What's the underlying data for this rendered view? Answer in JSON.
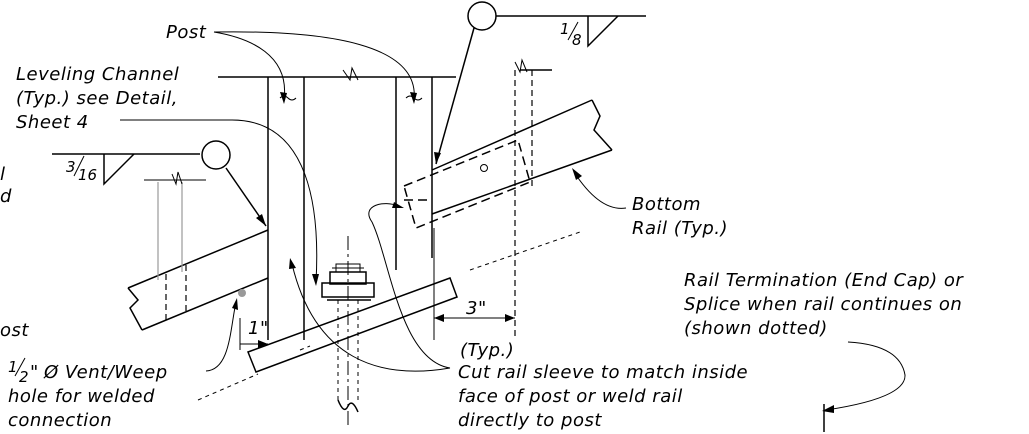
{
  "labels": {
    "post": "Post",
    "leveling_channel_1": "Leveling Channel",
    "leveling_channel_2": "(Typ.) see Detail,",
    "leveling_channel_3": "Sheet 4",
    "bottom_rail_1": "Bottom",
    "bottom_rail_2": "Rail (Typ.)",
    "termination_1": "Rail Termination (End Cap) or",
    "termination_2": "Splice when rail continues on",
    "termination_3": "(shown dotted)",
    "vent_1": "Ø Vent/Weep",
    "vent_2": "hole for welded",
    "vent_3": "connection",
    "cut_1": "Cut rail sleeve to match inside",
    "cut_2": "face of post or weld rail",
    "cut_3": "directly to post",
    "dim_1in": "1\"",
    "dim_3in": "3\"",
    "typ": "(Typ.)",
    "edge_l": "l",
    "edge_d": "d",
    "edge_ost": "ost"
  },
  "welds": {
    "left_size": {
      "whole": "3",
      "denom": "16"
    },
    "right_size": {
      "whole": "1",
      "denom": "8"
    }
  },
  "fractions": {
    "vent_size": {
      "num": "1",
      "denom": "2",
      "suffix": "\""
    }
  }
}
